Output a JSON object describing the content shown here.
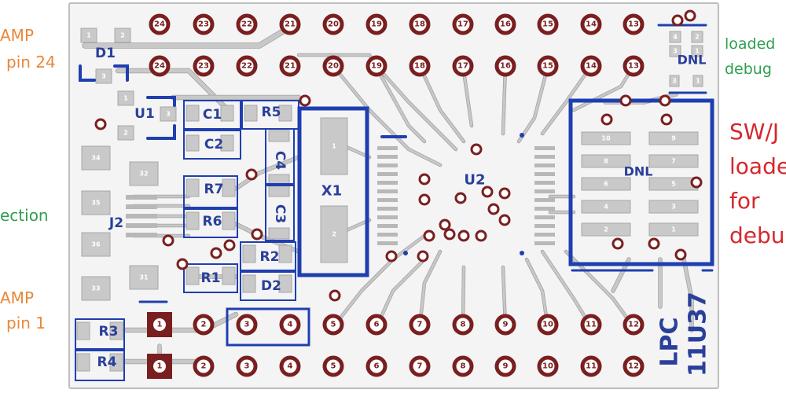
{
  "colors": {
    "background": "#ffffff",
    "board": "#f4f4f4",
    "board_edge": "#bdbdbd",
    "trace": "#c8c8c8",
    "trace_edge": "#a0a0a0",
    "pad_fill": "#c9c9c9",
    "via_ring": "#7a1f1f",
    "via_hole": "#ffffff",
    "silk_blue": "#1f3fb0",
    "label_blue": "#2a3f9a",
    "note_orange": "#e8883a",
    "note_green": "#2f9e4f",
    "note_red": "#d4282e",
    "square_pad": "#7a1f1f"
  },
  "left_notes": [
    {
      "text": "AMP",
      "color": "orange"
    },
    {
      "text": "pin 24",
      "color": "orange"
    },
    {
      "text": "ection",
      "color": "green"
    },
    {
      "text": "AMP",
      "color": "orange"
    },
    {
      "text": "pin 1",
      "color": "orange"
    }
  ],
  "right_notes": {
    "loaded": [
      "loaded",
      "debug"
    ],
    "swj": [
      "SW/J",
      "loade",
      "for",
      "debu"
    ]
  },
  "header_pins": {
    "top": [
      "24",
      "23",
      "22",
      "21",
      "20",
      "19",
      "18",
      "17",
      "16",
      "15",
      "14",
      "13"
    ],
    "bottom": [
      "1",
      "2",
      "3",
      "4",
      "5",
      "6",
      "7",
      "8",
      "9",
      "10",
      "11",
      "12"
    ]
  },
  "components": {
    "D1": "D1",
    "U1": "U1",
    "C1": "C1",
    "C2": "C2",
    "R5": "R5",
    "C4": "C4",
    "C3": "C3",
    "X1": "X1",
    "U2": "U2",
    "R7": "R7",
    "R6": "R6",
    "R2": "R2",
    "R1": "R1",
    "D2": "D2",
    "R3": "R3",
    "R4": "R4",
    "J2": "J2",
    "DNL_top": "DNL",
    "DNL_main": "DNL"
  },
  "pad_numbers": {
    "d1": [
      "1",
      "2",
      "3"
    ],
    "u1": [
      "1",
      "2",
      "3"
    ],
    "dnl_small": [
      "4",
      "3",
      "2",
      "1"
    ],
    "j2": [
      "34",
      "32",
      "35",
      "36",
      "33",
      "31"
    ],
    "x1": [
      "1",
      "2"
    ],
    "dnl_left": [
      "10",
      "8",
      "6",
      "4",
      "2"
    ],
    "dnl_right": [
      "9",
      "7",
      "5",
      "3",
      "1"
    ]
  },
  "board_text": [
    "LPC",
    "11U37"
  ]
}
